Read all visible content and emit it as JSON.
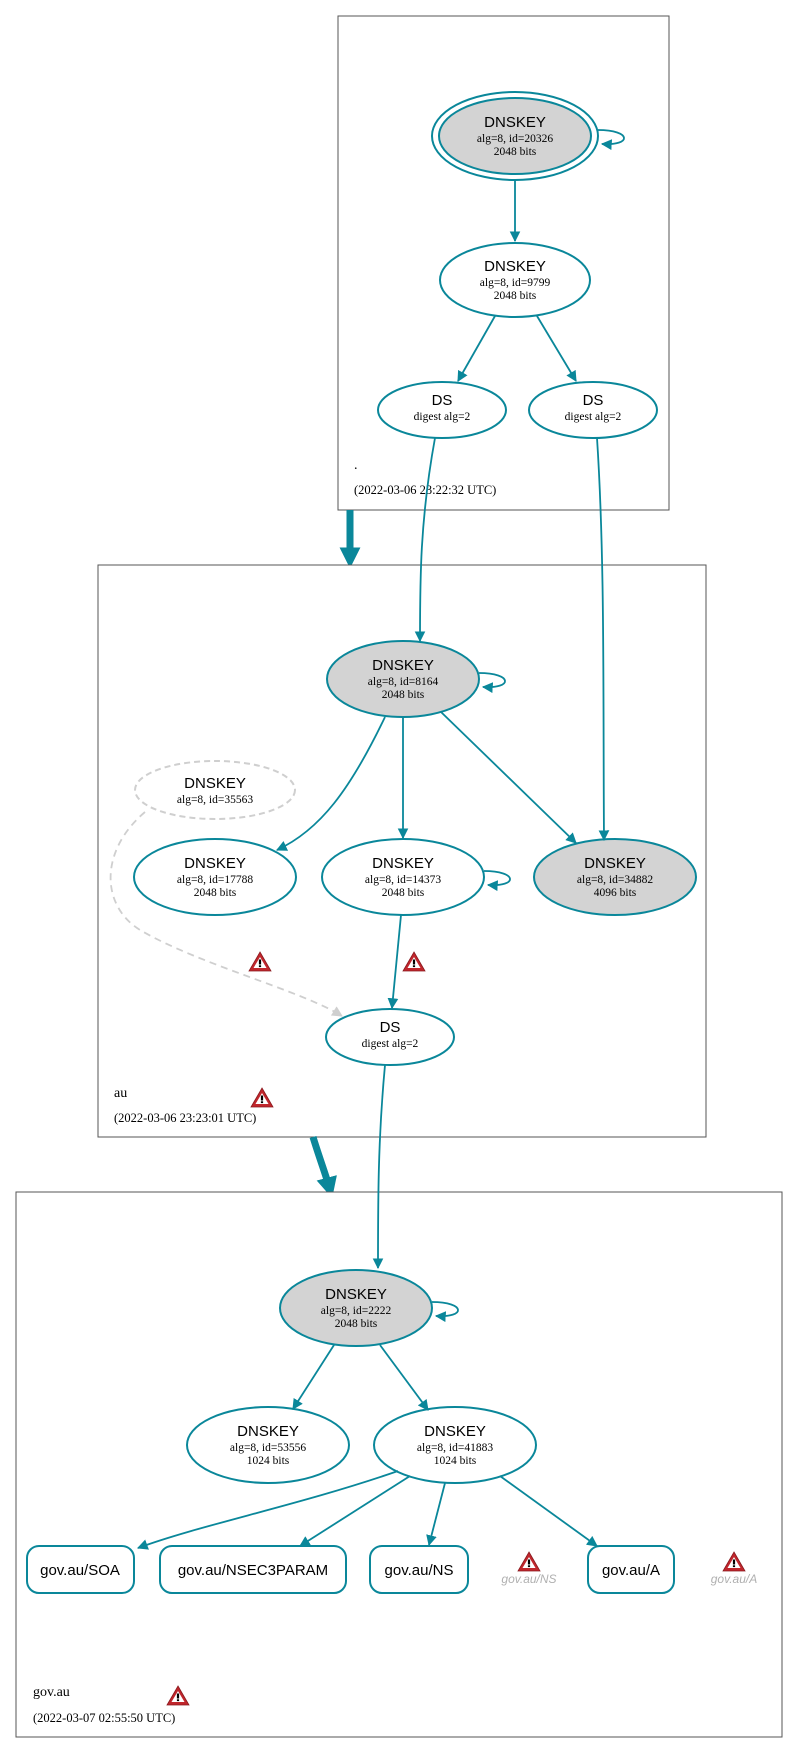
{
  "colors": {
    "edge": "#0a879a",
    "signed_key_fill": "#d3d3d3",
    "node_fill": "#ffffff",
    "dashed": "#cfcfcf",
    "warning": "#c0262c"
  },
  "icons": {
    "warning": "warning-triangle-icon"
  },
  "zones": [
    {
      "id": "root",
      "name": ".",
      "timestamp": "(2022-03-06 23:22:32 UTC)",
      "nodes": [
        {
          "id": "root-ksk",
          "title": "DNSKEY",
          "line1": "alg=8, id=20326",
          "line2": "2048 bits"
        },
        {
          "id": "root-zsk",
          "title": "DNSKEY",
          "line1": "alg=8, id=9799",
          "line2": "2048 bits"
        },
        {
          "id": "root-ds1",
          "title": "DS",
          "line1": "digest alg=2"
        },
        {
          "id": "root-ds2",
          "title": "DS",
          "line1": "digest alg=2"
        }
      ]
    },
    {
      "id": "au",
      "name": "au",
      "timestamp": "(2022-03-06 23:23:01 UTC)",
      "nodes": [
        {
          "id": "au-ksk",
          "title": "DNSKEY",
          "line1": "alg=8, id=8164",
          "line2": "2048 bits"
        },
        {
          "id": "au-missing",
          "title": "DNSKEY",
          "line1": "alg=8, id=35563"
        },
        {
          "id": "au-zsk1",
          "title": "DNSKEY",
          "line1": "alg=8, id=17788",
          "line2": "2048 bits"
        },
        {
          "id": "au-zsk2",
          "title": "DNSKEY",
          "line1": "alg=8, id=14373",
          "line2": "2048 bits"
        },
        {
          "id": "au-key3",
          "title": "DNSKEY",
          "line1": "alg=8, id=34882",
          "line2": "4096 bits"
        },
        {
          "id": "au-ds",
          "title": "DS",
          "line1": "digest alg=2"
        }
      ]
    },
    {
      "id": "gov-au",
      "name": "gov.au",
      "timestamp": "(2022-03-07 02:55:50 UTC)",
      "nodes": [
        {
          "id": "gov-ksk",
          "title": "DNSKEY",
          "line1": "alg=8, id=2222",
          "line2": "2048 bits"
        },
        {
          "id": "gov-zsk1",
          "title": "DNSKEY",
          "line1": "alg=8, id=53556",
          "line2": "1024 bits"
        },
        {
          "id": "gov-zsk2",
          "title": "DNSKEY",
          "line1": "alg=8, id=41883",
          "line2": "1024 bits"
        }
      ],
      "rrsets": [
        "gov.au/SOA",
        "gov.au/NSEC3PARAM",
        "gov.au/NS",
        "gov.au/A"
      ],
      "ghost_rrsets": [
        "gov.au/NS",
        "gov.au/A"
      ]
    }
  ]
}
